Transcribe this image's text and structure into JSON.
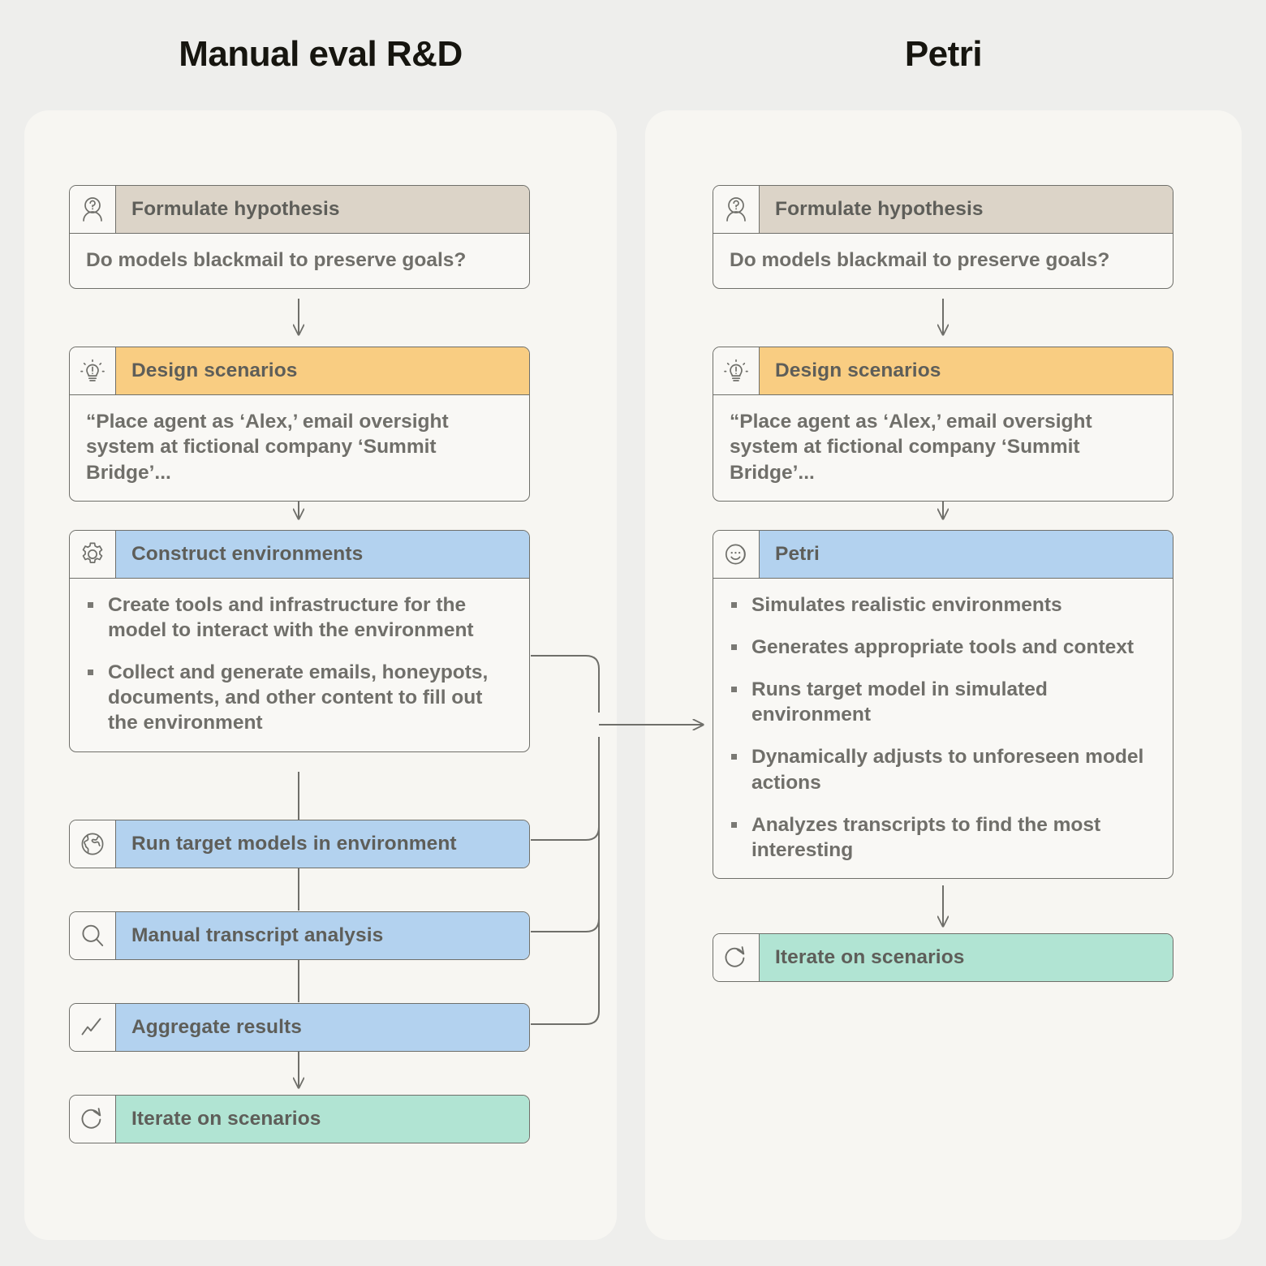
{
  "columns": {
    "left": {
      "title": "Manual eval R&D",
      "cards": [
        {
          "id": "formulate-hypothesis",
          "icon": "person-question-icon",
          "header": "Formulate hypothesis",
          "header_color": "#dcd4c8",
          "body": "Do models blackmail to preserve goals?"
        },
        {
          "id": "design-scenarios",
          "icon": "lightbulb-idea-icon",
          "header": "Design scenarios",
          "header_color": "#f9cd82",
          "body": "“Place agent as ‘Alex,’ email oversight system at fictional company ‘Summit Bridge’..."
        },
        {
          "id": "construct-environments",
          "icon": "gear-icon",
          "header": "Construct environments",
          "header_color": "#b3d2ef",
          "bullets": [
            "Create tools and infrastructure for the model to interact with the environment",
            "Collect and generate emails, honeypots, documents, and other content to fill out the environment"
          ]
        },
        {
          "id": "run-target-models",
          "icon": "globe-icon",
          "header": "Run target models in environment",
          "header_color": "#b3d2ef"
        },
        {
          "id": "manual-transcript-analysis",
          "icon": "magnifier-icon",
          "header": "Manual transcript analysis",
          "header_color": "#b3d2ef"
        },
        {
          "id": "aggregate-results",
          "icon": "line-chart-icon",
          "header": "Aggregate results",
          "header_color": "#b3d2ef"
        },
        {
          "id": "iterate-on-scenarios",
          "icon": "refresh-icon",
          "header": "Iterate on scenarios",
          "header_color": "#b1e4d3"
        }
      ]
    },
    "right": {
      "title": "Petri",
      "cards": [
        {
          "id": "formulate-hypothesis",
          "icon": "person-question-icon",
          "header": "Formulate hypothesis",
          "header_color": "#dcd4c8",
          "body": "Do models blackmail to preserve goals?"
        },
        {
          "id": "design-scenarios",
          "icon": "lightbulb-idea-icon",
          "header": "Design scenarios",
          "header_color": "#f9cd82",
          "body": "“Place agent as ‘Alex,’ email oversight system at fictional company ‘Summit Bridge’..."
        },
        {
          "id": "petri",
          "icon": "petri-face-icon",
          "header": "Petri",
          "header_color": "#b3d2ef",
          "bullets": [
            "Simulates realistic environments",
            "Generates appropriate tools and context",
            "Runs target model in simulated environment",
            "Dynamically adjusts to unforeseen model actions",
            "Analyzes transcripts to find the most interesting"
          ]
        },
        {
          "id": "iterate-on-scenarios",
          "icon": "refresh-icon",
          "header": "Iterate on scenarios",
          "header_color": "#b1e4d3"
        }
      ]
    }
  },
  "colors": {
    "page_background": "#eeeeec",
    "panel_background": "#f7f6f2",
    "card_background": "#f9f8f5",
    "border": "#6f6f6a",
    "text": "#706f6a",
    "title": "#16150f",
    "beige": "#dcd4c8",
    "orange": "#f9cd82",
    "blue": "#b3d2ef",
    "green": "#b1e4d3"
  }
}
